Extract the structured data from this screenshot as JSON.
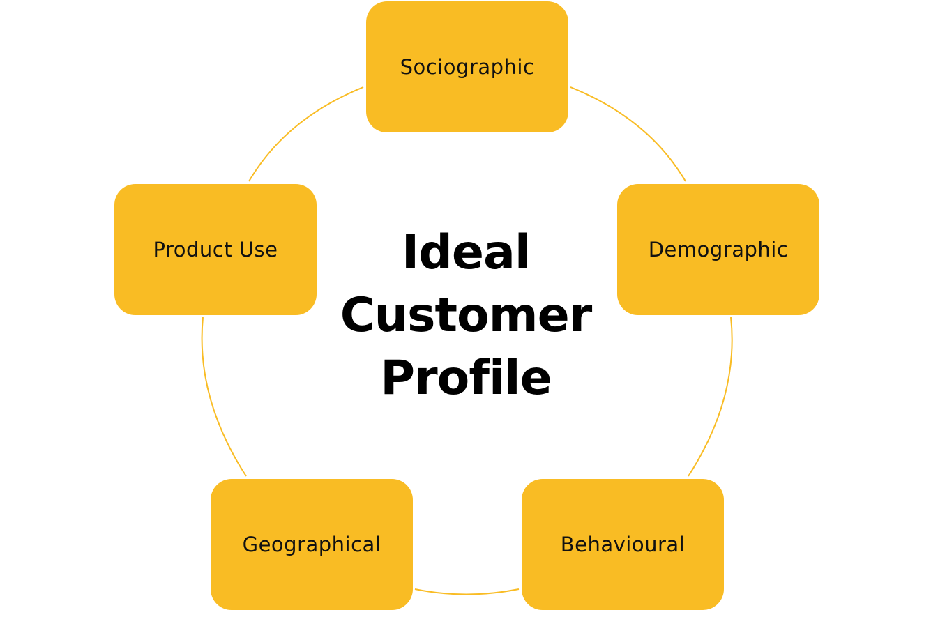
{
  "colors": {
    "node_fill": "#F9BC24",
    "connector": "#F9BC24",
    "text": "#111111",
    "title": "#000000"
  },
  "title": {
    "line1": "Ideal",
    "line2": "Customer",
    "line3": "Profile"
  },
  "nodes": [
    {
      "label": "Sociographic"
    },
    {
      "label": "Demographic"
    },
    {
      "label": "Behavioural"
    },
    {
      "label": "Geographical"
    },
    {
      "label": "Product Use"
    }
  ]
}
